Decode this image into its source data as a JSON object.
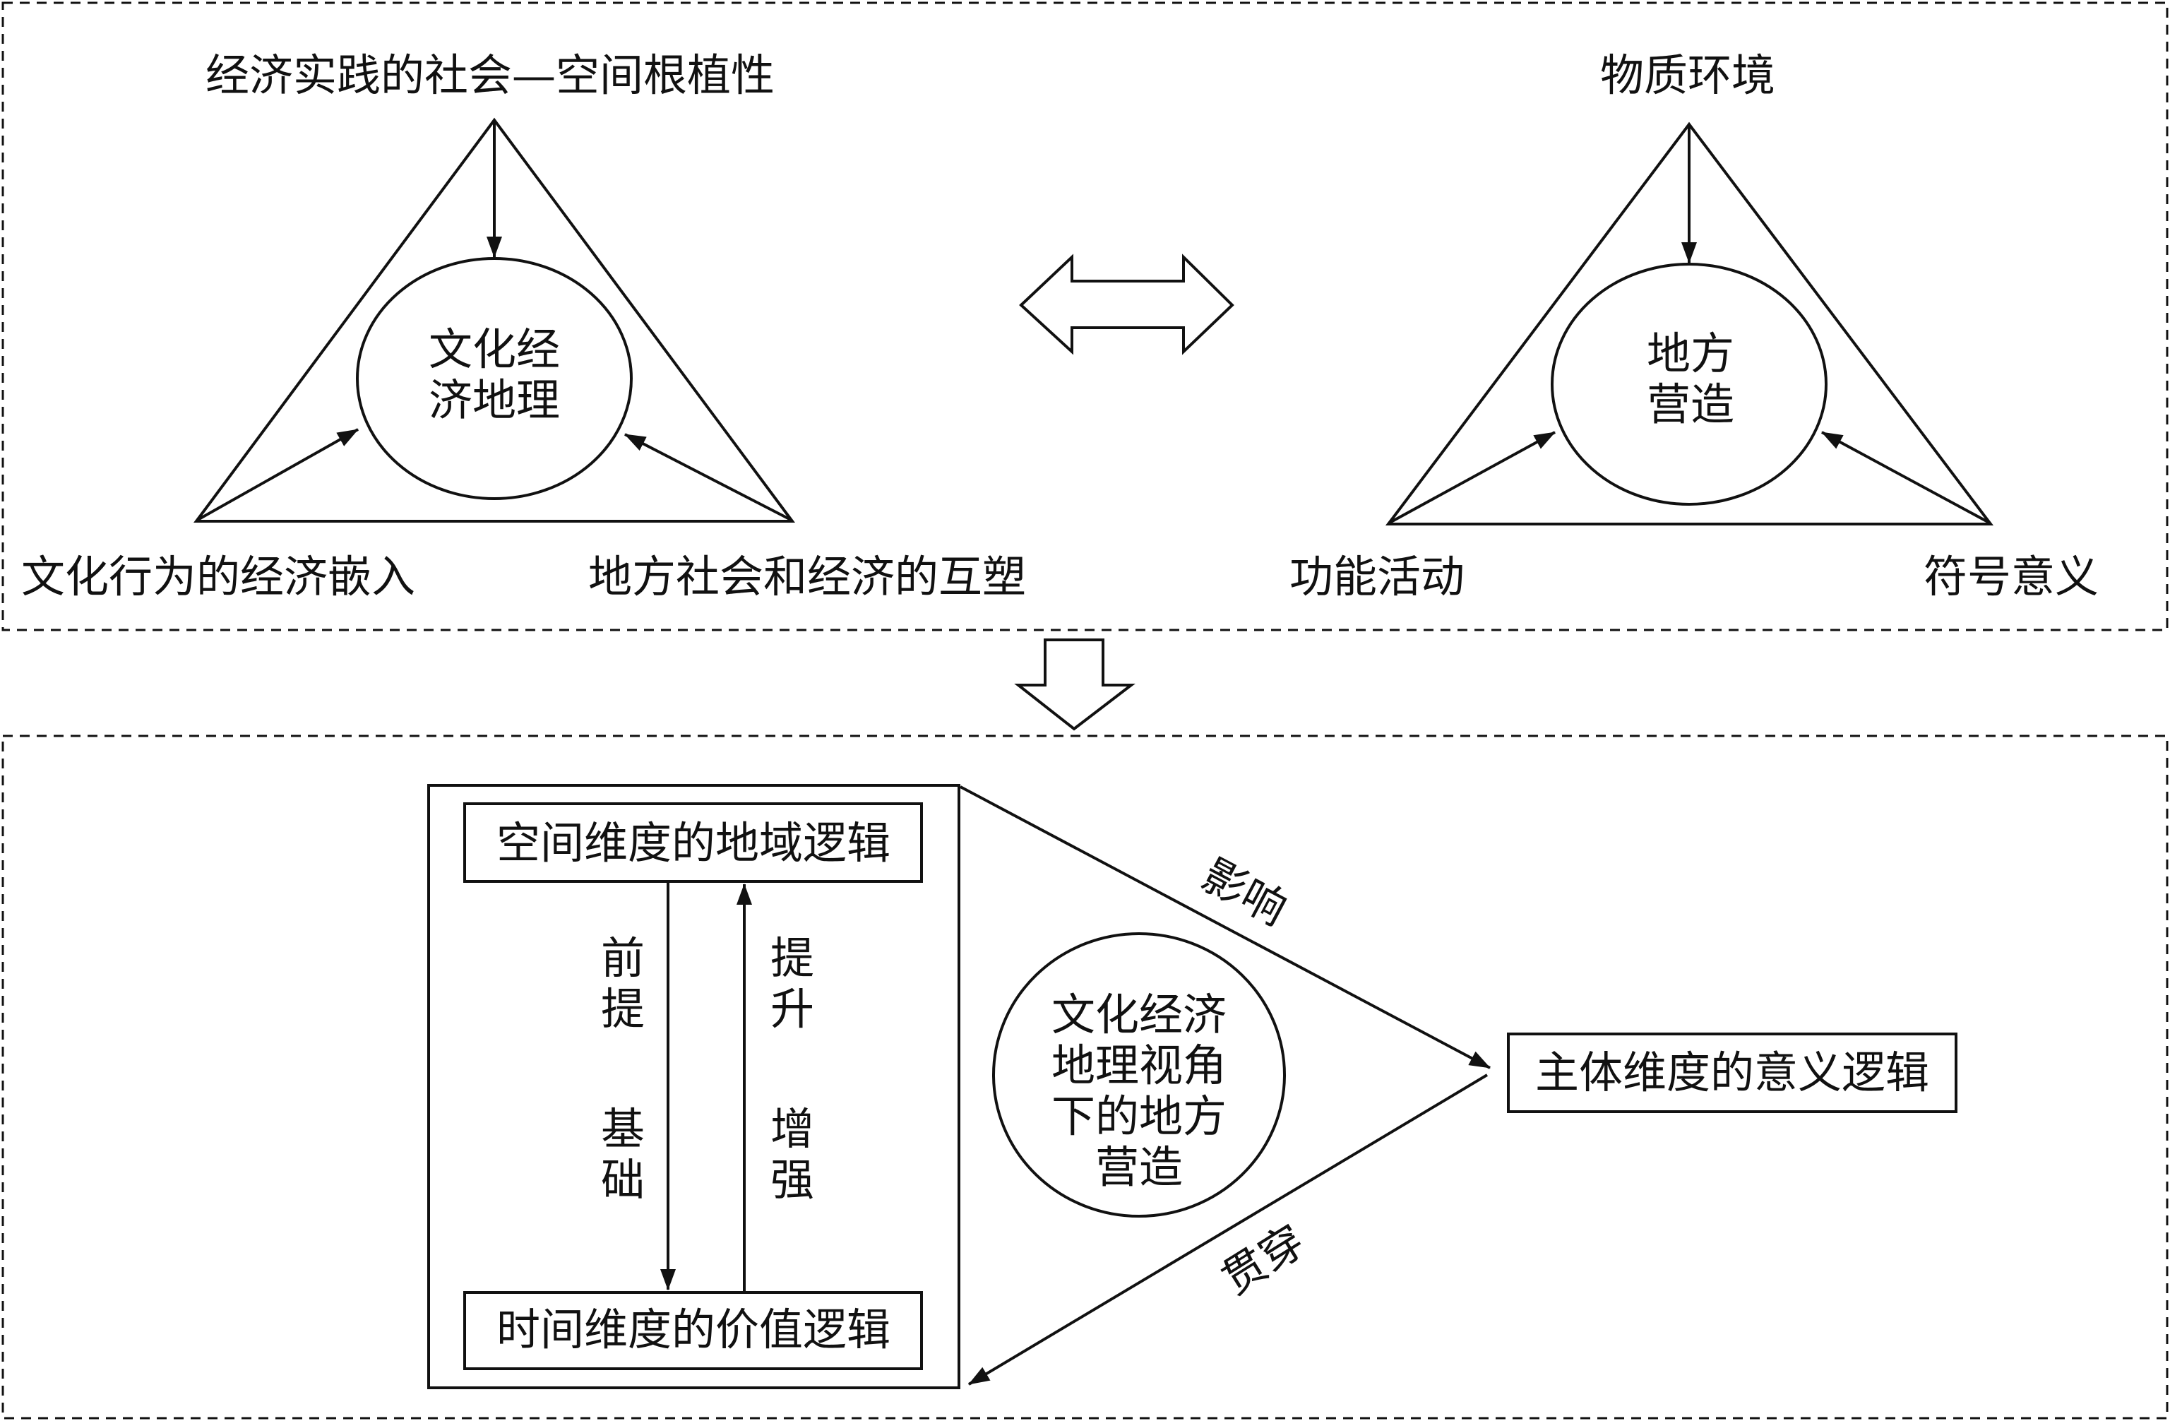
{
  "top_panel": {
    "left_triangle": {
      "top_label": "经济实践的社会—空间根植性",
      "center": [
        "文化经",
        "济地理"
      ],
      "bottom_left_label": "文化行为的经济嵌入",
      "bottom_right_label": "地方社会和经济的互塑"
    },
    "right_triangle": {
      "top_label": "物质环境",
      "center": [
        "地方",
        "营造"
      ],
      "bottom_left_label": "功能活动",
      "bottom_right_label": "符号意义"
    }
  },
  "bottom_panel": {
    "spatial_box": "空间维度的地域逻辑",
    "temporal_box": "时间维度的价值逻辑",
    "down_arrow_label": [
      "前",
      "提",
      "基",
      "础"
    ],
    "up_arrow_label": [
      "提",
      "升",
      "增",
      "强"
    ],
    "center": [
      "文化经济",
      "地理视角",
      "下的地方",
      "营造"
    ],
    "subject_box": "主体维度的意义逻辑",
    "upper_edge_label": "影响",
    "lower_edge_label": "贯穿"
  },
  "colors": {
    "stroke": "#111111",
    "background": "#ffffff"
  }
}
